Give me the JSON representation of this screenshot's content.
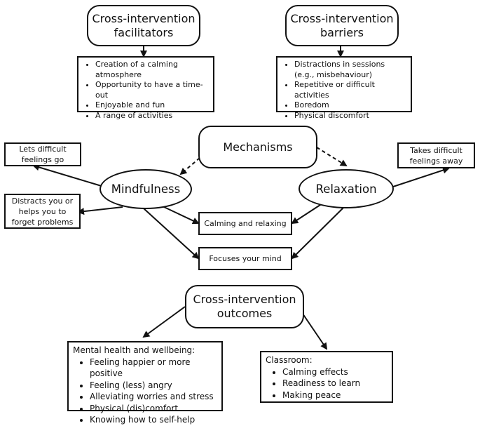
{
  "facilitators": {
    "title_line1": "Cross-intervention",
    "title_line2": "facilitators",
    "items": [
      "Creation of a calming atmosphere",
      "Opportunity to have a time-out",
      "Enjoyable and fun",
      "A range of activities"
    ]
  },
  "barriers": {
    "title_line1": "Cross-intervention",
    "title_line2": "barriers",
    "items": [
      "Distractions in sessions (e.g., misbehaviour)",
      "Repetitive or difficult activities",
      "Boredom",
      "Physical discomfort"
    ]
  },
  "mechanisms": {
    "title": "Mechanisms",
    "mindfulness": "Mindfulness",
    "relaxation": "Relaxation",
    "lets_go": "Lets difficult feelings go",
    "distracts": "Distracts you or helps you to forget problems",
    "takes_away": "Takes difficult feelings away",
    "calming": "Calming and relaxing",
    "focuses": "Focuses your mind"
  },
  "outcomes": {
    "title_line1": "Cross-intervention",
    "title_line2": "outcomes",
    "mental_health": {
      "heading": "Mental health and wellbeing:",
      "items": [
        "Feeling happier or more positive",
        "Feeling (less) angry",
        "Alleviating worries and stress",
        "Physical (dis)comfort",
        "Knowing how to self-help"
      ]
    },
    "classroom": {
      "heading": "Classroom:",
      "items": [
        "Calming effects",
        "Readiness to learn",
        "Making peace"
      ]
    }
  }
}
